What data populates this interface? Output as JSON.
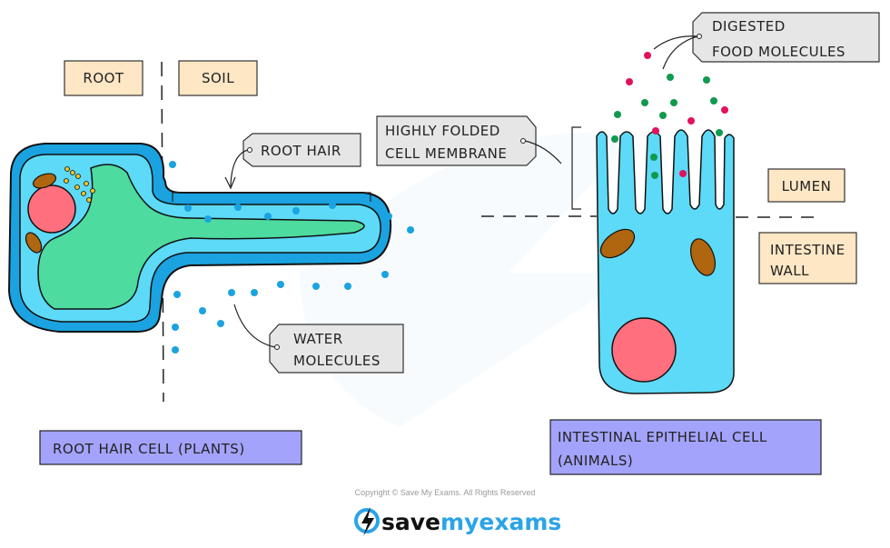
{
  "labels": {
    "root": "ROOT",
    "soil": "SOIL",
    "root_hair": "ROOT HAIR",
    "water_1": "WATER",
    "water_2": "MOLECULES",
    "folded_1": "HIGHLY FOLDED",
    "folded_2": "CELL MEMBRANE",
    "digested_1": "DIGESTED",
    "digested_2": "FOOD MOLECULES",
    "lumen": "LUMEN",
    "intestine_1": "INTESTINE",
    "intestine_2": "WALL",
    "root_hair_cell": "ROOT HAIR CELL (PLANTS)",
    "epithelial_1": "INTESTINAL EPITHELIAL CELL",
    "epithelial_2": "(ANIMALS)"
  },
  "footer": {
    "copyright": "Copyright © Save My Exams. All Rights Reserved",
    "brand_save": "save",
    "brand_my": "my",
    "brand_exams": "exams"
  },
  "colors": {
    "cell_wall": "#1aa3e0",
    "cytoplasm": "#5ddaf7",
    "vacuole": "#4ddba0",
    "nucleus": "#ff6f7d",
    "mitochondria": "#b0650f",
    "water": "#1aa3e0",
    "food_green": "#0f9a4e",
    "food_pink": "#e0125e",
    "tan_label": "#fde7c5",
    "grey_label": "#e6e6e6",
    "purple_label": "#a3a3fb"
  }
}
